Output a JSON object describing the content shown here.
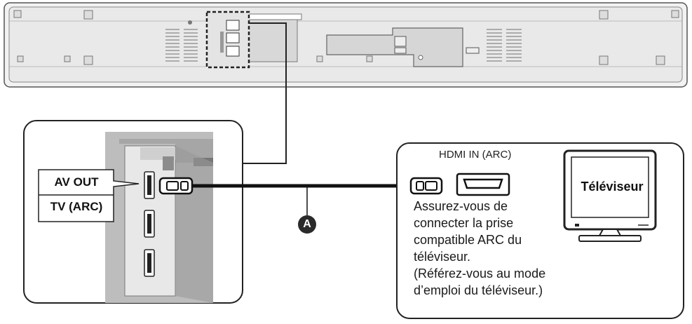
{
  "soundbar_port_labels": [
    "AV OUT",
    "TV (ARC)"
  ],
  "cable_marker": "A",
  "tv_port_label": "HDMI IN (ARC)",
  "tv_label": "Téléviseur",
  "note_lines": [
    "Assurez-vous de",
    "connecter la prise",
    "compatible ARC du",
    "téléviseur.",
    "(Référez-vous au mode",
    "d’emploi du téléviseur.)"
  ]
}
